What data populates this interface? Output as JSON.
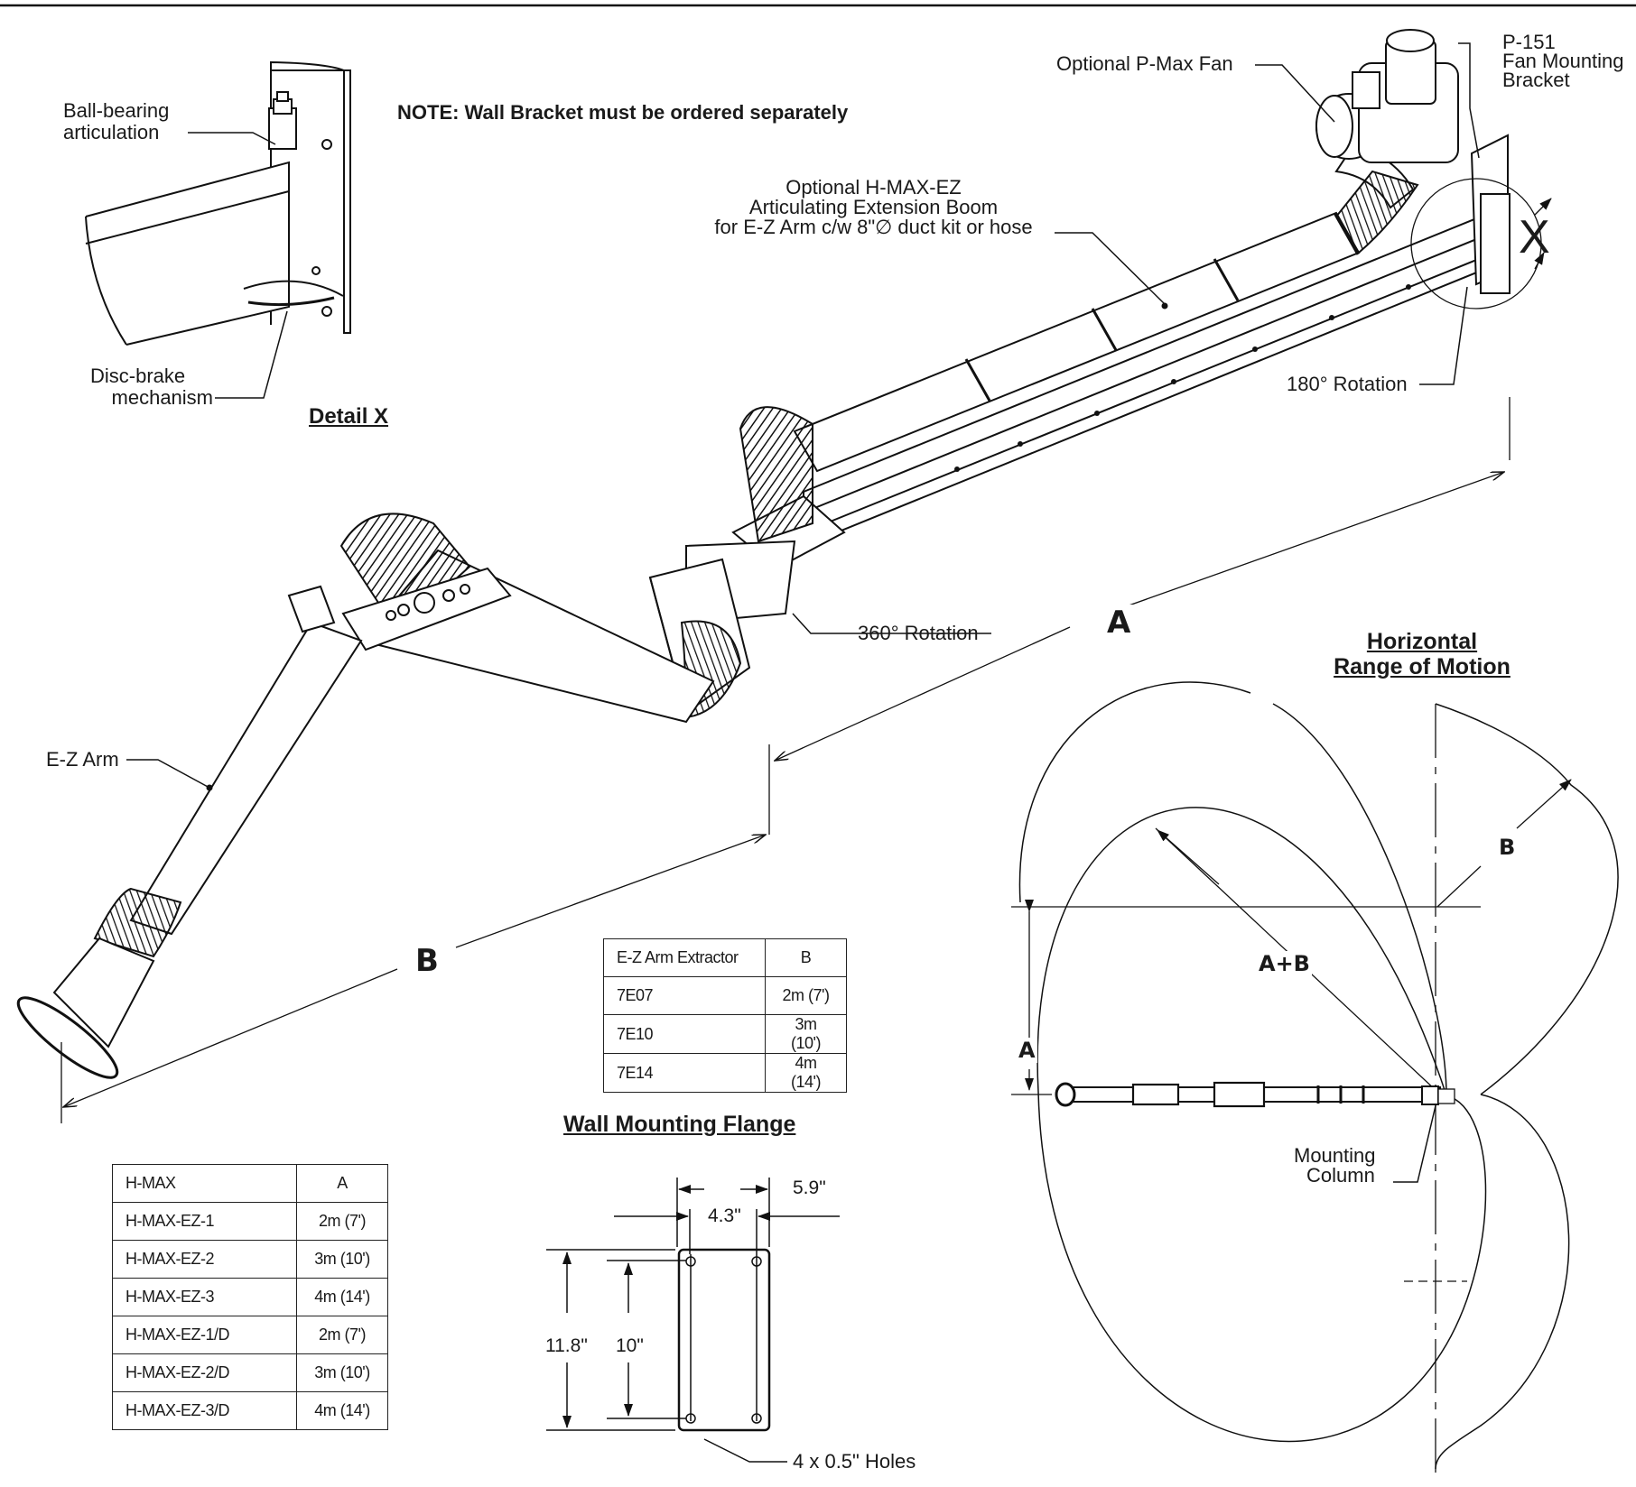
{
  "note": "NOTE: Wall Bracket must be ordered separately",
  "detail": {
    "title": "Detail X",
    "ball_bearing": [
      "Ball-bearing",
      "articulation"
    ],
    "disc_brake": [
      "Disc-brake",
      "mechanism"
    ]
  },
  "labels": {
    "fan": "Optional P-Max Fan",
    "bracket": [
      "P-151",
      "Fan Mounting",
      "Bracket"
    ],
    "boom": [
      "Optional H-MAX-EZ",
      "Articulating Extension Boom",
      "for E-Z Arm c/w 8\"∅ duct kit or hose"
    ],
    "rot180": "180° Rotation",
    "rot360": "360° Rotation",
    "ez_arm": "E-Z Arm",
    "view_x": "X"
  },
  "dimensions": {
    "A": "A",
    "B": "B",
    "AB": "A+B"
  },
  "horizontal": {
    "title": [
      "Horizontal",
      "Range of Motion"
    ],
    "mounting_column": [
      "Mounting",
      "Column"
    ]
  },
  "flange": {
    "title": "Wall Mounting Flange",
    "width_outer": "5.9\"",
    "width_holes": "4.3\"",
    "height_outer": "11.8\"",
    "height_holes": "10\"",
    "holes": "4 x 0.5\" Holes"
  },
  "ez_table": {
    "headers": [
      "E-Z Arm Extractor",
      "B"
    ],
    "rows": [
      [
        "7E07",
        "2m (7')"
      ],
      [
        "7E10",
        "3m (10')"
      ],
      [
        "7E14",
        "4m (14')"
      ]
    ]
  },
  "hmax_table": {
    "headers": [
      "H-MAX",
      "A"
    ],
    "rows": [
      [
        "H-MAX-EZ-1",
        "2m (7')"
      ],
      [
        "H-MAX-EZ-2",
        "3m (10')"
      ],
      [
        "H-MAX-EZ-3",
        "4m (14')"
      ],
      [
        "H-MAX-EZ-1/D",
        "2m (7')"
      ],
      [
        "H-MAX-EZ-2/D",
        "3m (10')"
      ],
      [
        "H-MAX-EZ-3/D",
        "4m (14')"
      ]
    ]
  }
}
